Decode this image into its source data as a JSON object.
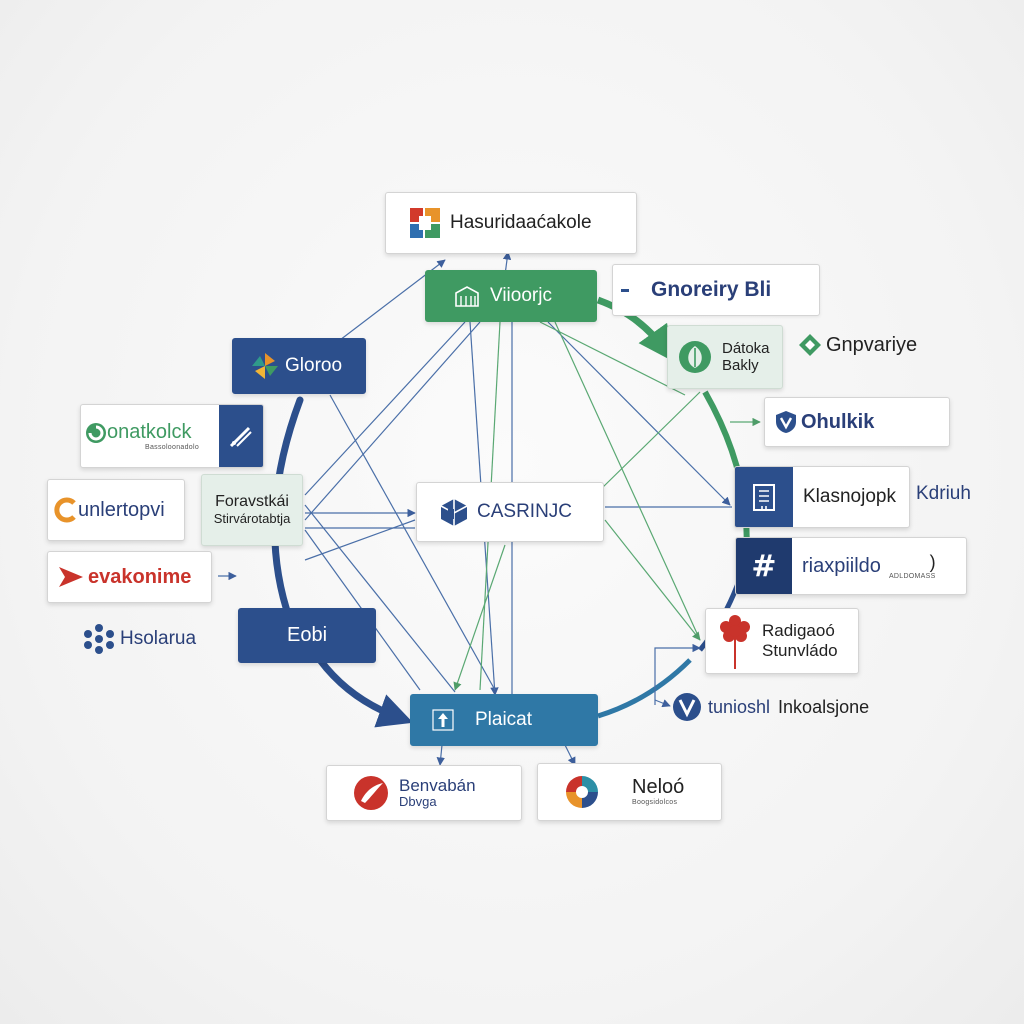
{
  "nodes": {
    "top": "Hasuridaaćakole",
    "green_hub": "Viioorjc",
    "header_right": "Gnoreiry Bli",
    "datka_line1": "Dátoka",
    "datka_line2": "Bakly",
    "gnpvariye": "Gnpvariye",
    "gloroo": "Gloroo",
    "onatkolck": "onatkolck",
    "ohulkik": "Ohulkik",
    "unlertopvi": "unlertopvi",
    "center_left_line1": "Foravstkái",
    "center_left_line2": "Stirvárotabtja",
    "center": "CASRINJC",
    "klasnojopk": "Klasnojopk",
    "kdriuh": "Kdriuh",
    "evakonime": "evakonime",
    "riaxpiildo": "riaxpiildo",
    "riaxpiildo_sub": "ADLDOMASS",
    "hsolarua": "Hsolarua",
    "eobi": "Eobi",
    "radi_line1": "Radigaoó",
    "radi_line2": "Stunvládo",
    "plaicat": "Plaicat",
    "tunioshl": "tunioshl",
    "inkoalsjone": "Inkoalsjone",
    "benvaban_line1": "Benvabán",
    "benvaban_line2": "Dbvga",
    "neloo": "Neloó",
    "neloo_sub": "Boogsidolcos",
    "onatkolck_sub": "Bassoloonadolo"
  },
  "colors": {
    "navy": "#2c4f8c",
    "green": "#3f9a62",
    "teal": "#2f78a6",
    "red": "#c9332b",
    "orange": "#e8932a",
    "link_blue": "#4a6fa8",
    "link_green": "#5aa873"
  },
  "icons": {
    "top": "mosaic-logo-icon",
    "green_hub": "building-icon",
    "datka": "leaf-badge-icon",
    "gnpvariye": "green-diamond-icon",
    "gloroo": "pinwheel-icon",
    "onatkolck": "green-spiral-icon",
    "onatkolck_right": "tools-icon",
    "ohulkik": "shield-v-icon",
    "unlertopvi": "orange-c-icon",
    "center": "cube-icon",
    "klasnojopk": "building-icon",
    "evakonime": "red-arrow-icon",
    "riaxpiildo": "hash-icon",
    "hsolarua": "snowflake-icon",
    "radi": "tree-icon",
    "plaicat": "arrow-up-icon",
    "tunioshl": "v-badge-icon",
    "benvaban": "red-swoosh-icon",
    "neloo": "tricolor-ring-icon"
  }
}
